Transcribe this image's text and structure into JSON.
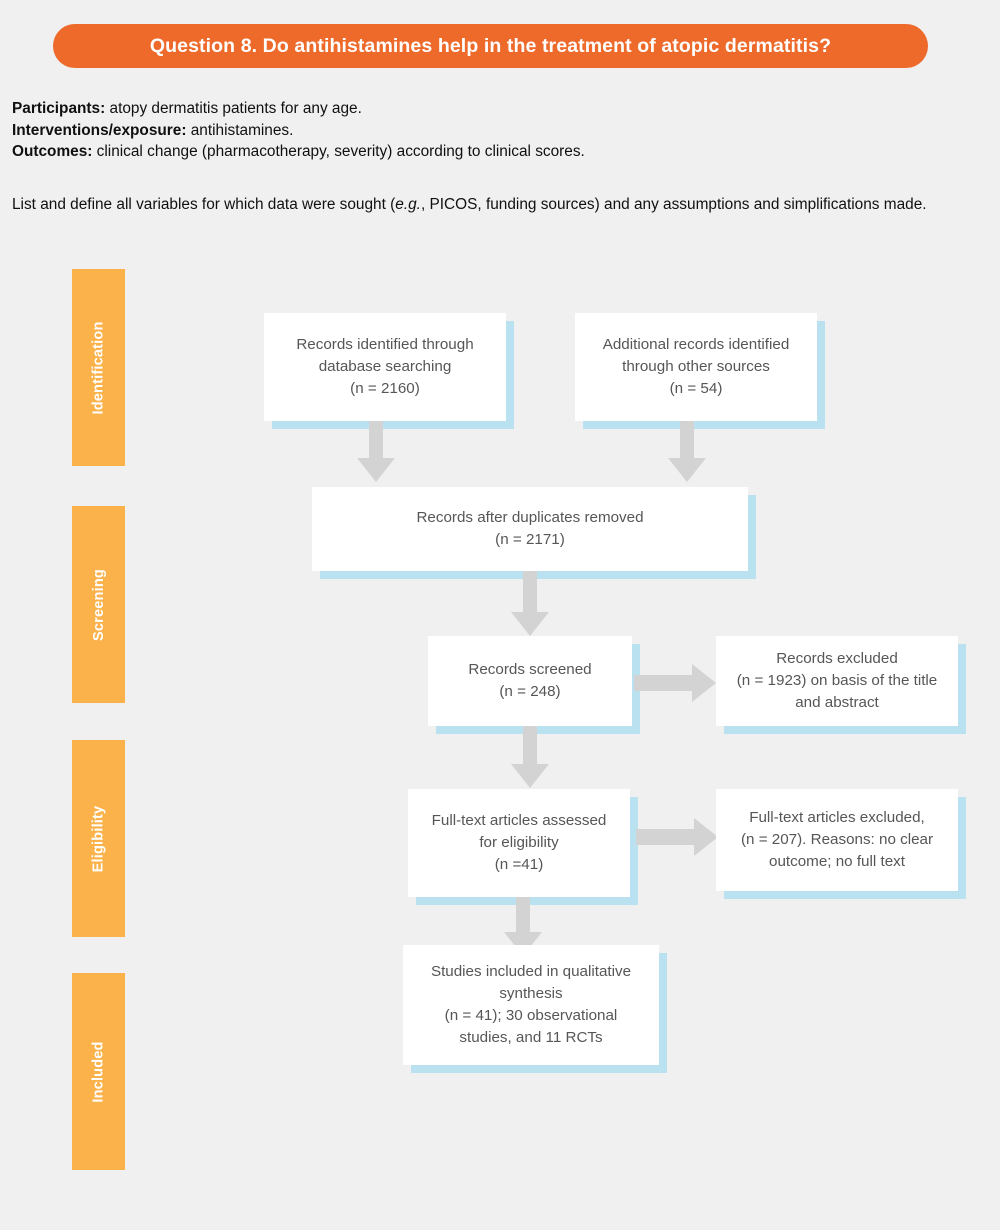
{
  "banner": {
    "title": "Question 8. Do antihistamines help in the treatment of atopic dermatitis?",
    "color": "#ee6a2a"
  },
  "intro": {
    "lines": [
      {
        "label": "Participants:",
        "text": " atopy dermatitis patients for any age."
      },
      {
        "label": "Interventions/exposure:",
        "text": " antihistamines."
      },
      {
        "label": "Outcomes:",
        "text": " clinical change (pharmacotherapy, severity) according to clinical scores."
      }
    ],
    "note_pre": "List and define all variables for which data were sought (",
    "note_italic": "e.g.",
    "note_post": ", PICOS, funding sources) and any assumptions and simplifications made."
  },
  "diagram": {
    "type": "prisma-flow",
    "box_fill": "#ffffff",
    "box_shadow_color": "#b9e1f0",
    "arrow_color": "#d3d3d3",
    "stage_bar_color": "#fbb24a",
    "stages": [
      {
        "id": "identification",
        "label": "Identification"
      },
      {
        "id": "screening",
        "label": "Screening"
      },
      {
        "id": "eligibility",
        "label": "Eligibility"
      },
      {
        "id": "included",
        "label": "Included"
      }
    ],
    "boxes": [
      {
        "id": "records-identified-database",
        "lines": [
          "Records identified through",
          "database searching",
          "(n = 2160)"
        ],
        "n": 2160
      },
      {
        "id": "additional-records-other-sources",
        "lines": [
          "Additional records identified",
          "through other sources",
          "(n = 54)"
        ],
        "n": 54
      },
      {
        "id": "records-after-duplicates-removed",
        "lines": [
          "Records after duplicates removed",
          "(n = 2171)"
        ],
        "n": 2171
      },
      {
        "id": "records-screened",
        "lines": [
          "Records screened",
          "(n = 248)"
        ],
        "n": 248
      },
      {
        "id": "records-excluded",
        "lines": [
          "Records excluded",
          "(n = 1923) on basis of the title",
          "and abstract"
        ],
        "n": 1923
      },
      {
        "id": "full-text-assessed",
        "lines": [
          "Full-text articles assessed",
          "for eligibility",
          "(n =41)"
        ],
        "n": 41
      },
      {
        "id": "full-text-excluded",
        "lines": [
          "Full-text articles excluded,",
          "(n = 207). Reasons: no clear",
          "outcome; no full text"
        ],
        "n": 207
      },
      {
        "id": "studies-included-qualitative",
        "lines": [
          "Studies included in qualitative",
          "synthesis",
          "(n = 41); 30 observational",
          "studies, and 11 RCTs"
        ],
        "n": 41
      }
    ]
  }
}
